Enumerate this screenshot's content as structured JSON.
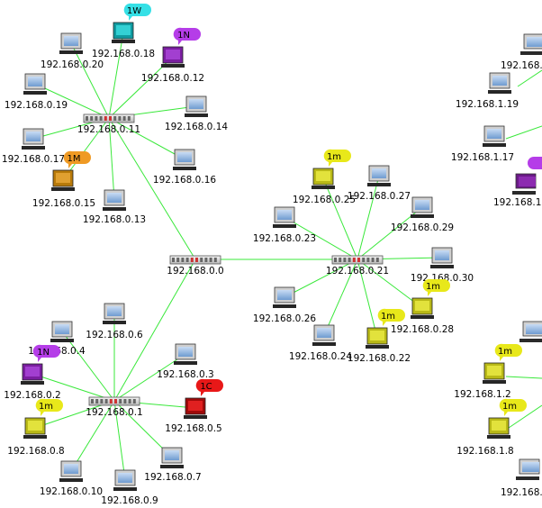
{
  "colors": {
    "link": "#39e83a",
    "alert_yellow": "#e8e81a",
    "alert_purple": "#b53de8",
    "alert_orange": "#ef9a24",
    "alert_cyan": "#35e0e6",
    "alert_red": "#e81818"
  },
  "hubs": [
    {
      "id": "h11",
      "ip": "192.168.0.11"
    },
    {
      "id": "h0",
      "ip": "192.168.0.0"
    },
    {
      "id": "h21",
      "ip": "192.168.0.21"
    },
    {
      "id": "h1",
      "ip": "192.168.0.1"
    }
  ],
  "hosts": [
    {
      "id": "n20",
      "ip": "192.168.0.20",
      "icon": "computer-icon"
    },
    {
      "id": "n18",
      "ip": "192.168.0.18",
      "icon": "computer-icon",
      "status": "cyan",
      "badge": "1W"
    },
    {
      "id": "n12",
      "ip": "192.168.0.12",
      "icon": "computer-icon",
      "status": "purple",
      "badge": "1N"
    },
    {
      "id": "n19",
      "ip": "192.168.0.19",
      "icon": "computer-icon"
    },
    {
      "id": "n14",
      "ip": "192.168.0.14",
      "icon": "computer-icon"
    },
    {
      "id": "n17",
      "ip": "192.168.0.17",
      "icon": "computer-icon"
    },
    {
      "id": "n15",
      "ip": "192.168.0.15",
      "icon": "computer-icon",
      "status": "orange",
      "badge": "1M"
    },
    {
      "id": "n16",
      "ip": "192.168.0.16",
      "icon": "computer-icon"
    },
    {
      "id": "n13",
      "ip": "192.168.0.13",
      "icon": "computer-icon"
    },
    {
      "id": "n25",
      "ip": "192.168.0.25",
      "icon": "computer-icon",
      "status": "yellow",
      "badge": "1m"
    },
    {
      "id": "n27",
      "ip": "192.168.0.27",
      "icon": "computer-icon"
    },
    {
      "id": "n29",
      "ip": "192.168.0.29",
      "icon": "computer-icon"
    },
    {
      "id": "n23",
      "ip": "192.168.0.23",
      "icon": "computer-icon"
    },
    {
      "id": "n30",
      "ip": "192.168.0.30",
      "icon": "computer-icon"
    },
    {
      "id": "n26",
      "ip": "192.168.0.26",
      "icon": "computer-icon"
    },
    {
      "id": "n28",
      "ip": "192.168.0.28",
      "icon": "computer-icon",
      "status": "yellow",
      "badge": "1m"
    },
    {
      "id": "n24",
      "ip": "192.168.0.24",
      "icon": "computer-icon"
    },
    {
      "id": "n22",
      "ip": "192.168.0.22",
      "icon": "computer-icon",
      "status": "yellow",
      "badge": "1m"
    },
    {
      "id": "n6",
      "ip": "192.168.0.6",
      "icon": "computer-icon"
    },
    {
      "id": "n4",
      "ip": "192.168.0.4",
      "icon": "computer-icon"
    },
    {
      "id": "n3",
      "ip": "192.168.0.3",
      "icon": "computer-icon"
    },
    {
      "id": "n2",
      "ip": "192.168.0.2",
      "icon": "computer-icon",
      "status": "purple",
      "badge": "1N"
    },
    {
      "id": "n5",
      "ip": "192.168.0.5",
      "icon": "computer-icon",
      "status": "red",
      "badge": "1C"
    },
    {
      "id": "n8",
      "ip": "192.168.0.8",
      "icon": "computer-icon",
      "status": "yellow",
      "badge": "1m"
    },
    {
      "id": "n7",
      "ip": "192.168.0.7",
      "icon": "computer-icon"
    },
    {
      "id": "n10",
      "ip": "192.168.0.10",
      "icon": "computer-icon"
    },
    {
      "id": "n9",
      "ip": "192.168.0.9",
      "icon": "computer-icon"
    },
    {
      "id": "r1",
      "ip": "192.168.1.19",
      "icon": "computer-icon"
    },
    {
      "id": "r2",
      "ip": "192.168.1.17",
      "icon": "computer-icon"
    },
    {
      "id": "r3",
      "ip": "192.168.1.2",
      "icon": "computer-icon",
      "status": "yellow",
      "badge": "1m"
    },
    {
      "id": "r4",
      "ip": "192.168.1.8",
      "icon": "computer-icon",
      "status": "yellow",
      "badge": "1m"
    }
  ],
  "links": [
    [
      "h11",
      "n20"
    ],
    [
      "h11",
      "n18"
    ],
    [
      "h11",
      "n12"
    ],
    [
      "h11",
      "n19"
    ],
    [
      "h11",
      "n14"
    ],
    [
      "h11",
      "n17"
    ],
    [
      "h11",
      "n15"
    ],
    [
      "h11",
      "n16"
    ],
    [
      "h11",
      "n13"
    ],
    [
      "h11",
      "h0"
    ],
    [
      "h0",
      "h21"
    ],
    [
      "h0",
      "h1"
    ],
    [
      "h21",
      "n25"
    ],
    [
      "h21",
      "n27"
    ],
    [
      "h21",
      "n29"
    ],
    [
      "h21",
      "n23"
    ],
    [
      "h21",
      "n30"
    ],
    [
      "h21",
      "n26"
    ],
    [
      "h21",
      "n28"
    ],
    [
      "h21",
      "n24"
    ],
    [
      "h21",
      "n22"
    ],
    [
      "h1",
      "n6"
    ],
    [
      "h1",
      "n4"
    ],
    [
      "h1",
      "n3"
    ],
    [
      "h1",
      "n2"
    ],
    [
      "h1",
      "n5"
    ],
    [
      "h1",
      "n8"
    ],
    [
      "h1",
      "n7"
    ],
    [
      "h1",
      "n10"
    ],
    [
      "h1",
      "n9"
    ]
  ]
}
